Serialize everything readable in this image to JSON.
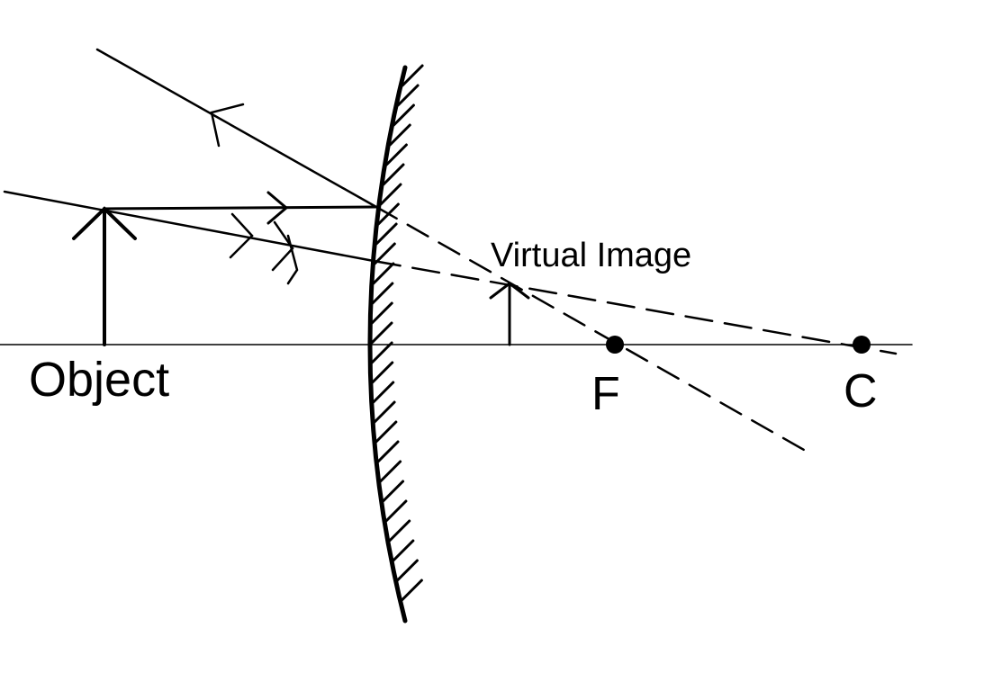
{
  "labels": {
    "object": "Object",
    "virtual_image": "Virtual Image",
    "focus": "F",
    "center": "C"
  },
  "colors": {
    "ink": "#000000",
    "background": "#ffffff"
  }
}
